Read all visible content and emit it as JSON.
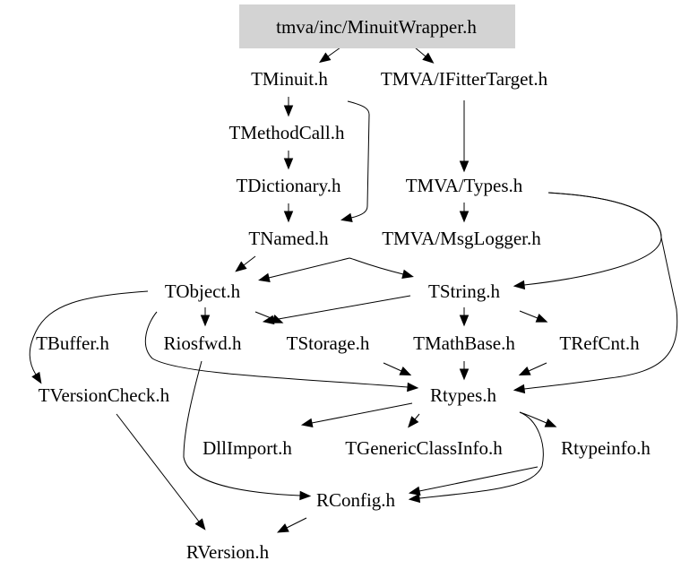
{
  "diagram": {
    "title": "tmva/inc/MinuitWrapper.h",
    "root_fill": "#d3d3d3",
    "nodes": [
      {
        "id": "root",
        "label": "tmva/inc/MinuitWrapper.h",
        "root": true
      },
      {
        "id": "TMinuit",
        "label": "TMinuit.h"
      },
      {
        "id": "IFitterTarget",
        "label": "TMVA/IFitterTarget.h"
      },
      {
        "id": "TMethodCall",
        "label": "TMethodCall.h"
      },
      {
        "id": "TDictionary",
        "label": "TDictionary.h"
      },
      {
        "id": "Types",
        "label": "TMVA/Types.h"
      },
      {
        "id": "TNamed",
        "label": "TNamed.h"
      },
      {
        "id": "MsgLogger",
        "label": "TMVA/MsgLogger.h"
      },
      {
        "id": "TObject",
        "label": "TObject.h"
      },
      {
        "id": "TString",
        "label": "TString.h"
      },
      {
        "id": "TBuffer",
        "label": "TBuffer.h"
      },
      {
        "id": "Riosfwd",
        "label": "Riosfwd.h"
      },
      {
        "id": "TStorage",
        "label": "TStorage.h"
      },
      {
        "id": "TMathBase",
        "label": "TMathBase.h"
      },
      {
        "id": "TRefCnt",
        "label": "TRefCnt.h"
      },
      {
        "id": "TVersionCheck",
        "label": "TVersionCheck.h"
      },
      {
        "id": "Rtypes",
        "label": "Rtypes.h"
      },
      {
        "id": "DllImport",
        "label": "DllImport.h"
      },
      {
        "id": "TGenericClassInfo",
        "label": "TGenericClassInfo.h"
      },
      {
        "id": "Rtypeinfo",
        "label": "Rtypeinfo.h"
      },
      {
        "id": "RConfig",
        "label": "RConfig.h"
      },
      {
        "id": "RVersion",
        "label": "RVersion.h"
      }
    ],
    "edges": [
      {
        "from": "root",
        "to": "TMinuit"
      },
      {
        "from": "root",
        "to": "IFitterTarget"
      },
      {
        "from": "TMinuit",
        "to": "TMethodCall"
      },
      {
        "from": "TMinuit",
        "to": "TNamed"
      },
      {
        "from": "IFitterTarget",
        "to": "Types"
      },
      {
        "from": "TMethodCall",
        "to": "TDictionary"
      },
      {
        "from": "TDictionary",
        "to": "TNamed"
      },
      {
        "from": "Types",
        "to": "MsgLogger"
      },
      {
        "from": "Types",
        "to": "TString"
      },
      {
        "from": "Types",
        "to": "Rtypes"
      },
      {
        "from": "TNamed",
        "to": "TObject"
      },
      {
        "from": "MsgLogger",
        "to": "TObject"
      },
      {
        "from": "MsgLogger",
        "to": "TString"
      },
      {
        "from": "TObject",
        "to": "TVersionCheck"
      },
      {
        "from": "TObject",
        "to": "Riosfwd"
      },
      {
        "from": "TObject",
        "to": "TStorage"
      },
      {
        "from": "TObject",
        "to": "Rtypes"
      },
      {
        "from": "TString",
        "to": "TStorage"
      },
      {
        "from": "TString",
        "to": "TMathBase"
      },
      {
        "from": "TString",
        "to": "TRefCnt"
      },
      {
        "from": "TStorage",
        "to": "Rtypes"
      },
      {
        "from": "TMathBase",
        "to": "Rtypes"
      },
      {
        "from": "TRefCnt",
        "to": "Rtypes"
      },
      {
        "from": "Riosfwd",
        "to": "RConfig"
      },
      {
        "from": "TVersionCheck",
        "to": "RVersion"
      },
      {
        "from": "Rtypes",
        "to": "DllImport"
      },
      {
        "from": "Rtypes",
        "to": "TGenericClassInfo"
      },
      {
        "from": "Rtypes",
        "to": "Rtypeinfo"
      },
      {
        "from": "Rtypes",
        "to": "RConfig"
      },
      {
        "from": "Rtypeinfo",
        "to": "RConfig"
      },
      {
        "from": "RConfig",
        "to": "RVersion"
      }
    ]
  }
}
